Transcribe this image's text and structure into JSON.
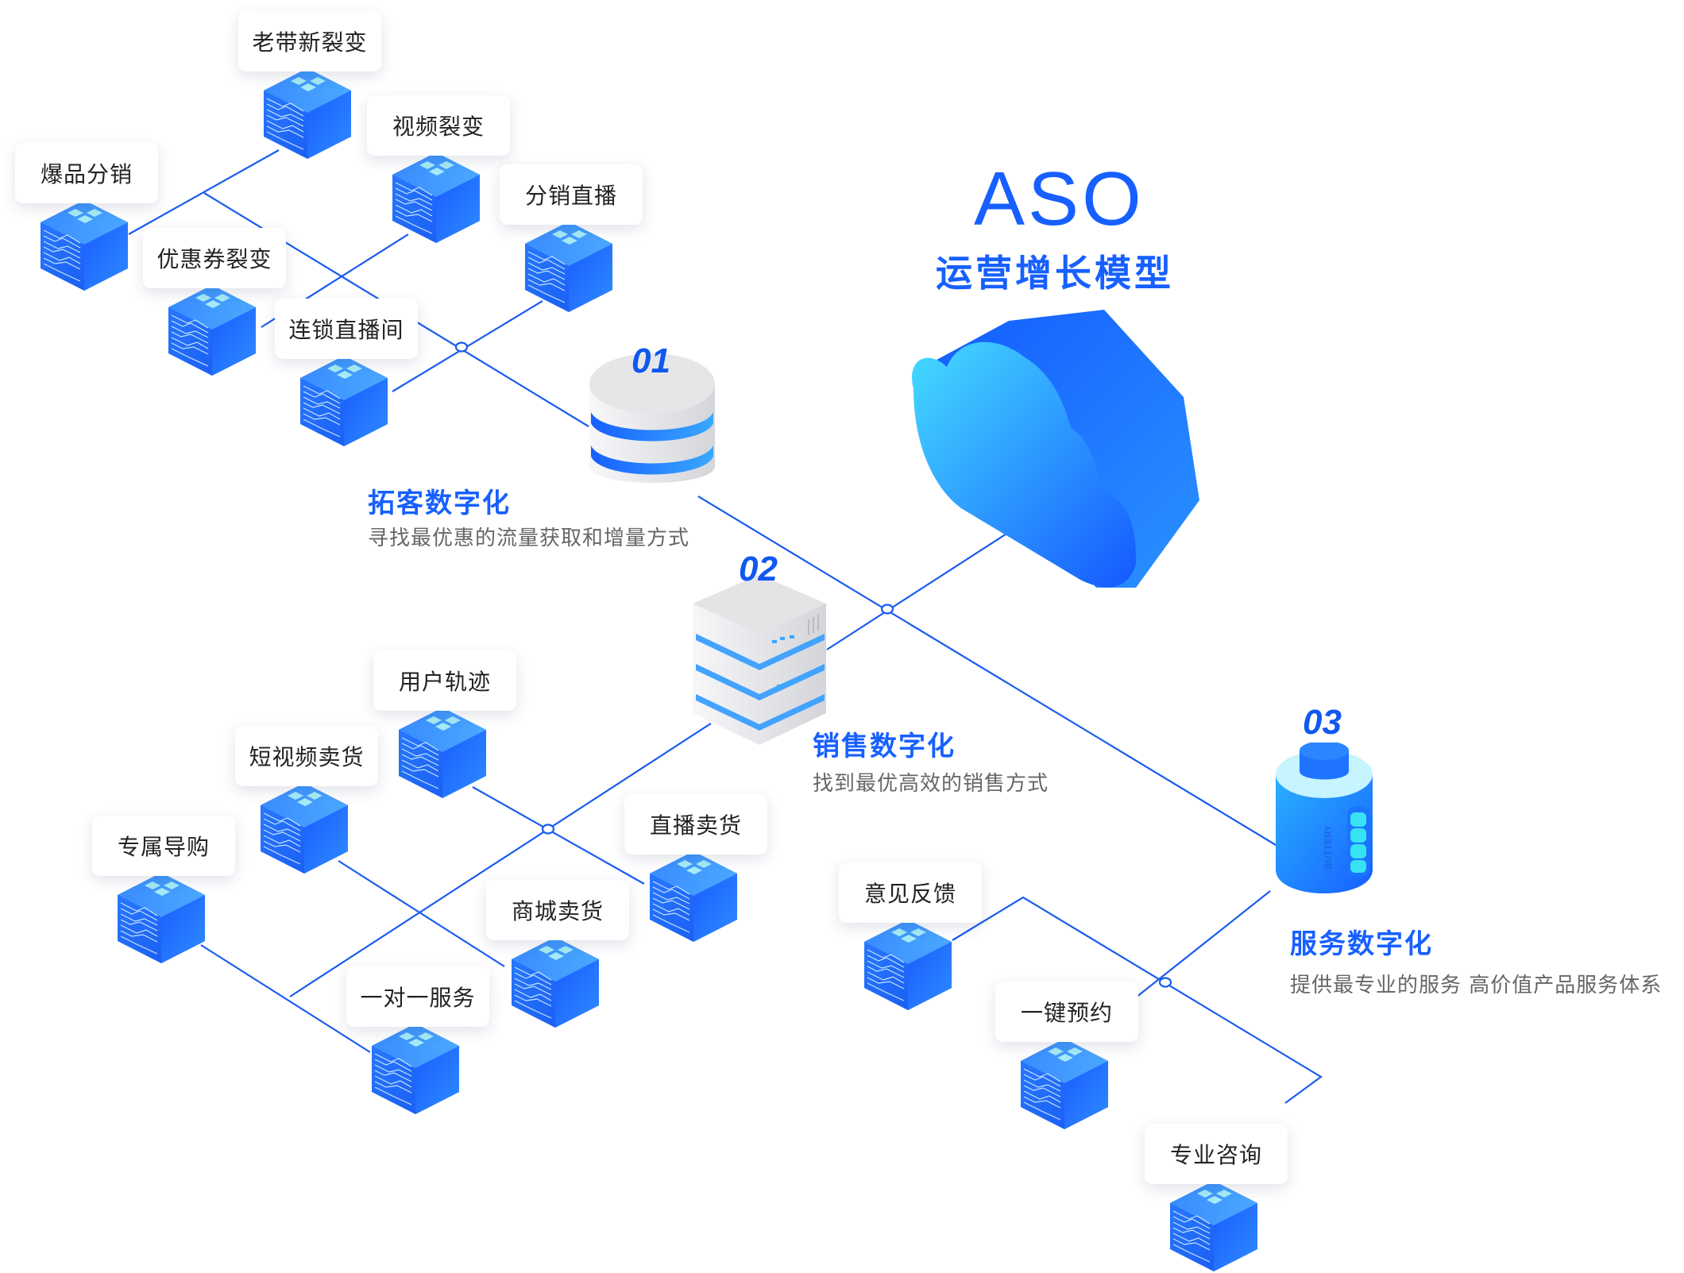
{
  "header": {
    "title": "ASO",
    "subtitle": "运营增长模型"
  },
  "colors": {
    "accent": "#1760ff",
    "line": "#1a5cf0",
    "cube_front": "#1e6dff",
    "cube_top": "#3d98ff",
    "desc_text": "#666666",
    "card_text": "#222222"
  },
  "sections": [
    {
      "number": "01",
      "title": "拓客数字化",
      "description": "寻找最优惠的流量获取和增量方式",
      "icon": "database-icon"
    },
    {
      "number": "02",
      "title": "销售数字化",
      "description": "找到最优高效的销售方式",
      "icon": "server-icon"
    },
    {
      "number": "03",
      "title": "服务数字化",
      "description": "提供最专业的服务 高价值产品服务体系",
      "icon": "battery-icon"
    }
  ],
  "battery_label": "BUTTERY",
  "center_icon": "cloud-icon",
  "clusters": {
    "acquisition": [
      "老带新裂变",
      "视频裂变",
      "爆品分销",
      "分销直播",
      "优惠券裂变",
      "连锁直播间"
    ],
    "sales": [
      "用户轨迹",
      "短视频卖货",
      "专属导购",
      "直播卖货",
      "商城卖货",
      "一对一服务"
    ],
    "service": [
      "意见反馈",
      "一键预约",
      "专业咨询"
    ]
  }
}
